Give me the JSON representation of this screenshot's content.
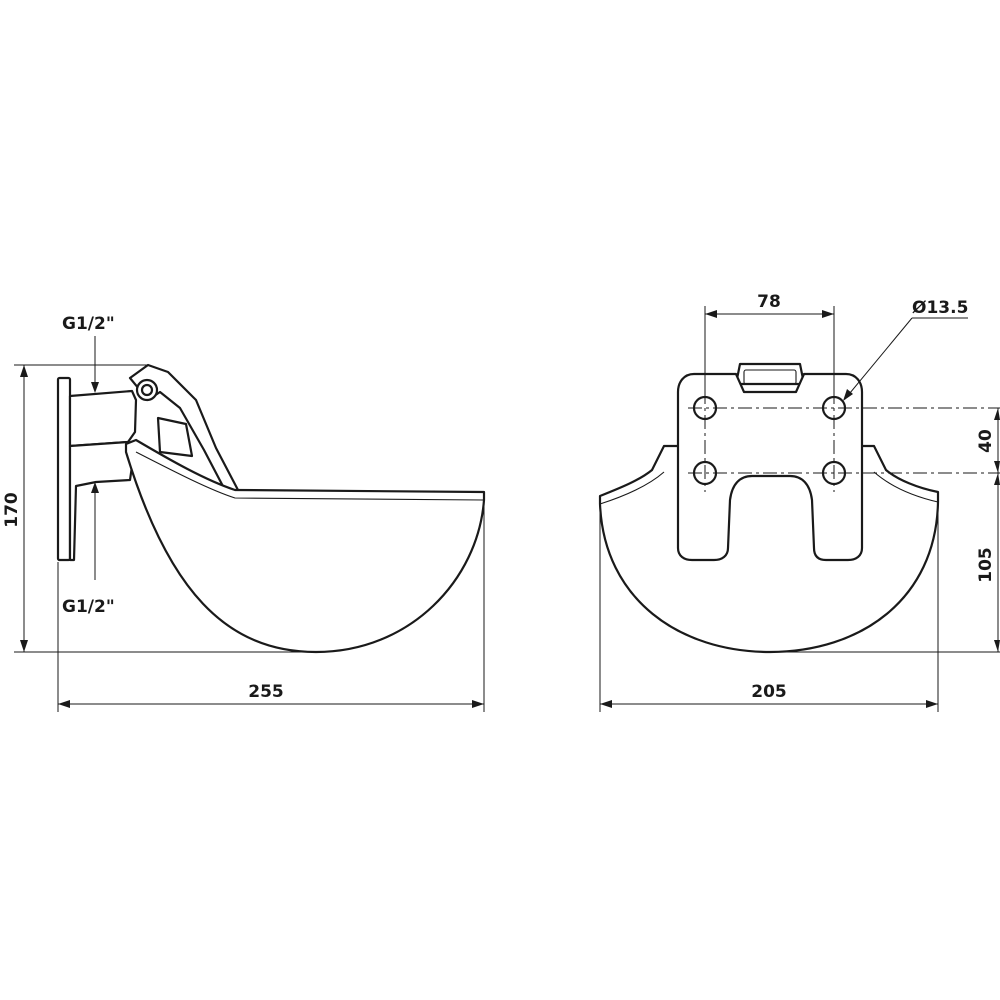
{
  "colors": {
    "ink": "#1a1a1a",
    "background": "#ffffff"
  },
  "side_view": {
    "thread_top_label": "G1/2\"",
    "thread_bottom_label": "G1/2\"",
    "height_label": "170",
    "width_label": "255"
  },
  "front_view": {
    "hole_spacing_horizontal_label": "78",
    "hole_diameter_label": "Ø13.5",
    "hole_spacing_vertical_label": "40",
    "lower_height_label": "105",
    "width_label": "205"
  }
}
